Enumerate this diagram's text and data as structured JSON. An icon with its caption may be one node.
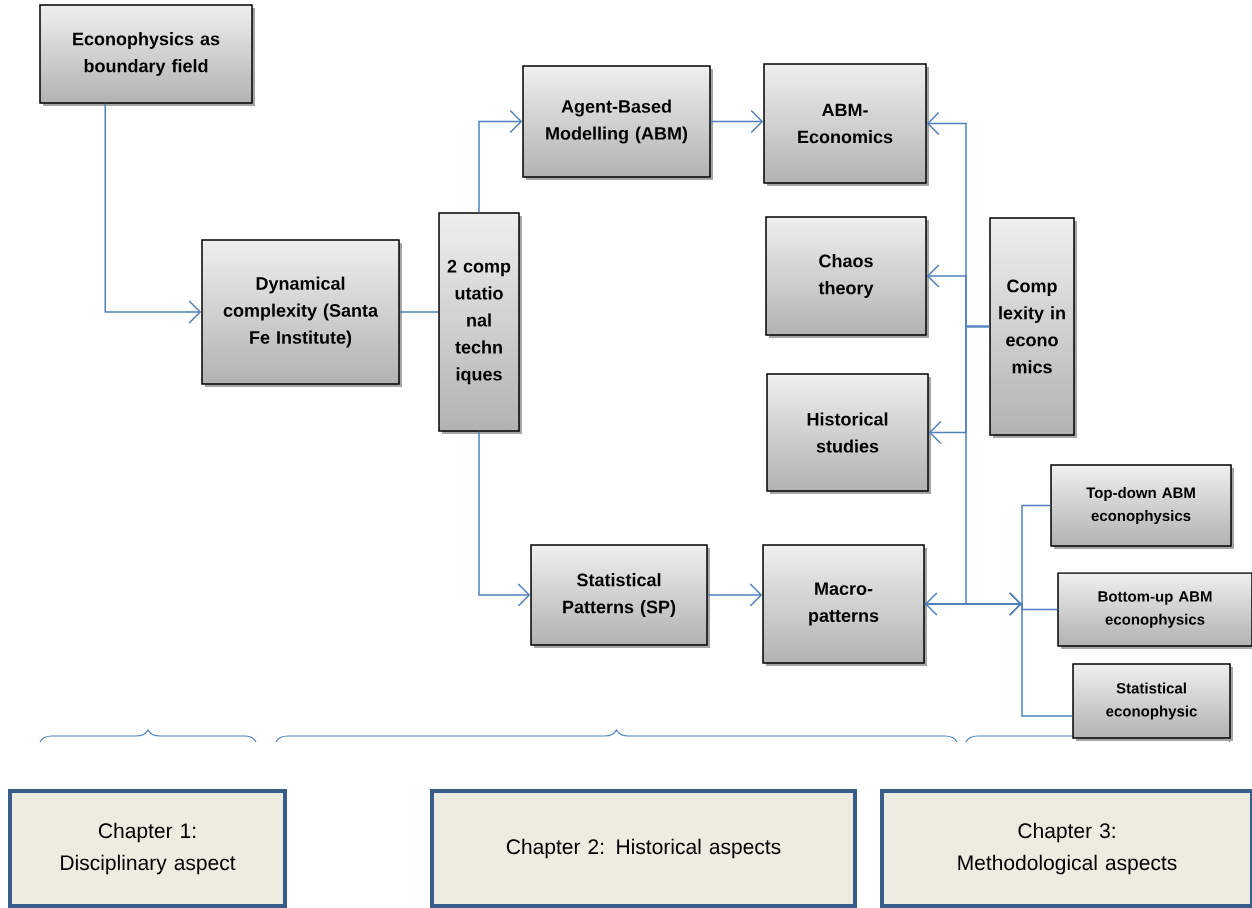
{
  "diagram": {
    "nodes": [
      {
        "text": [
          "Econophysics as boundary field"
        ]
      },
      {
        "text": [
          "Dynamical complexity (Santa Fe Institute)"
        ]
      },
      {
        "text": [
          "2 comp utatio nal techn iques"
        ]
      },
      {
        "text": [
          "Agent-Based Modelling (ABM)"
        ]
      },
      {
        "text": [
          "ABM-Economics"
        ]
      },
      {
        "text": [
          "Chaos theory"
        ]
      },
      {
        "text": [
          "Historical studies"
        ]
      },
      {
        "text": [
          "Comp lexity in econo mics"
        ]
      },
      {
        "text": [
          "Statistical Patterns (SP)"
        ]
      },
      {
        "text": [
          "Macro-patterns"
        ]
      },
      {
        "text": [
          "Top-down ABM econophysics"
        ]
      },
      {
        "text": [
          "Bottom-up ABM econophysics"
        ]
      },
      {
        "text": [
          "Statistical econophysic"
        ]
      },
      {
        "text": [
          "Chapter 1: Disciplinary aspect"
        ]
      },
      {
        "text": [
          "Chapter 2: Historical aspects"
        ]
      },
      {
        "text": [
          "Chapter 3: Methodological aspects"
        ]
      }
    ],
    "edges": [
      {
        "from": 0,
        "to": 1,
        "arrow": "to"
      },
      {
        "from": 1,
        "to": 2,
        "arrow": "none"
      },
      {
        "from": 2,
        "to": 3,
        "arrow": "to"
      },
      {
        "from": 2,
        "to": 8,
        "arrow": "to"
      },
      {
        "from": 3,
        "to": 4,
        "arrow": "to"
      },
      {
        "from": 8,
        "to": 9,
        "arrow": "to"
      },
      {
        "from": 7,
        "to": 4,
        "arrow": "to"
      },
      {
        "from": 7,
        "to": 5,
        "arrow": "to"
      },
      {
        "from": 7,
        "to": 6,
        "arrow": "to"
      },
      {
        "from": 7,
        "to": 9,
        "arrow": "to"
      },
      {
        "from": 9,
        "to": 10,
        "arrow": "to"
      },
      {
        "from": 9,
        "to": 11,
        "arrow": "to"
      },
      {
        "from": 9,
        "to": 12,
        "arrow": "to"
      }
    ]
  }
}
